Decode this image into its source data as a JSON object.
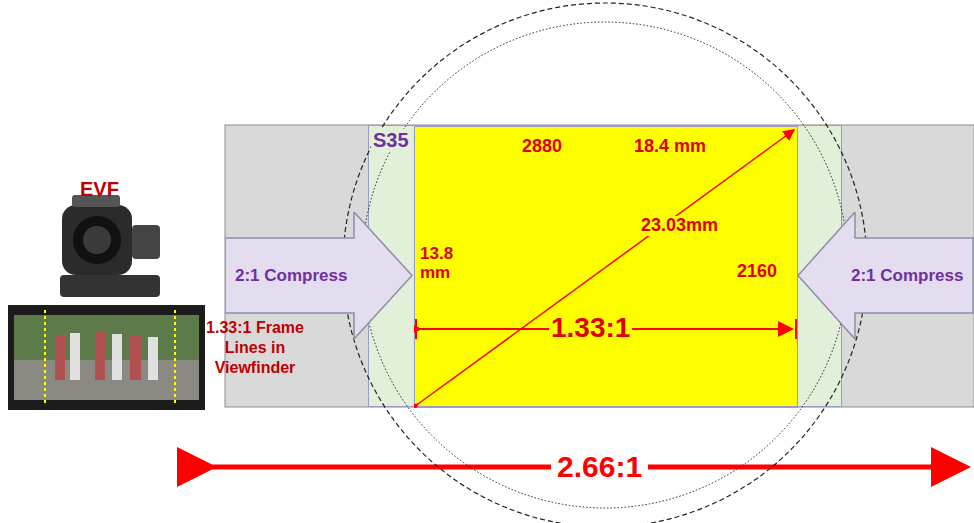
{
  "diagram": {
    "nodes": [
      {
        "text": [
          "S35"
        ]
      },
      {
        "text": [
          "2880",
          "18.4 mm",
          "23.03mm",
          "13.8 mm",
          "2160",
          "1.33:1"
        ],
        "in": 0
      },
      {
        "text": [
          "2:1 Compress"
        ]
      },
      {
        "text": [
          "2:1 Compress"
        ]
      }
    ],
    "labels": [
      "EVF",
      "1.33:1 Frame Lines in Viewfinder",
      "2.66:1"
    ]
  }
}
